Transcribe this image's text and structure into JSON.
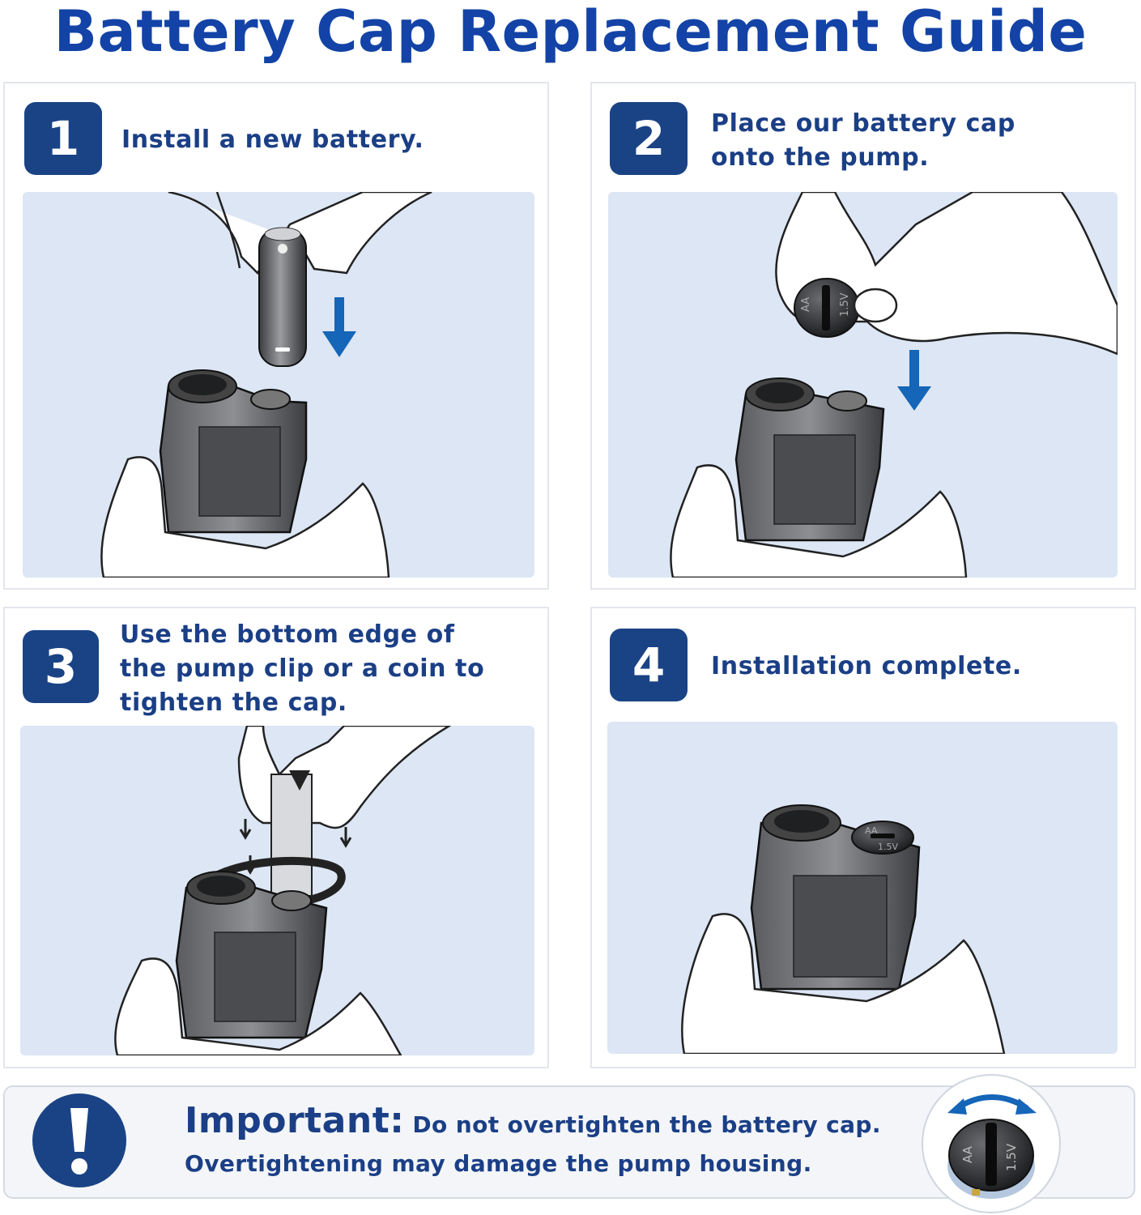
{
  "title": "Battery Cap Replacement Guide",
  "steps": [
    {
      "number": "1",
      "text": "Install a new battery."
    },
    {
      "number": "2",
      "text": "Place our battery cap onto the pump."
    },
    {
      "number": "3",
      "text": "Use the bottom edge of the pump clip or a coin to tighten the cap."
    },
    {
      "number": "4",
      "text": "Installation complete."
    }
  ],
  "important": {
    "label": "Important:",
    "line1": "Do not overtighten the battery cap.",
    "line2": "Overtightening may damage the pump housing."
  },
  "cap_markings": {
    "size": "AA",
    "voltage": "1.5V"
  },
  "colors": {
    "title": "#1343a6",
    "badge": "#1a4385",
    "text": "#1b3f86",
    "panel": "#dce6f4",
    "arrow": "#1565b8"
  },
  "icons": [
    "battery-icon",
    "down-arrow-icon",
    "pump-icon",
    "hand-icon",
    "battery-cap-icon",
    "rotate-arrow-icon",
    "exclamation-icon"
  ]
}
